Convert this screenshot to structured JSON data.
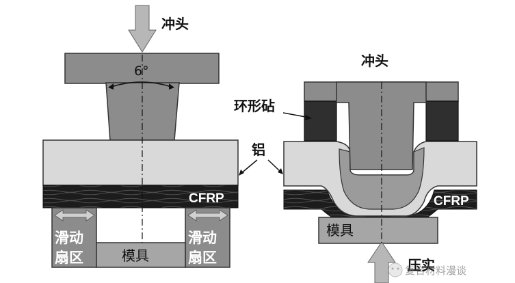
{
  "left": {
    "punch_label": "冲头",
    "angle_label": "6°",
    "cfrp_label": "CFRP",
    "slider_left": [
      "滑动",
      "扇区"
    ],
    "slider_right": [
      "滑动",
      "扇区"
    ],
    "die_label": "模具"
  },
  "shared": {
    "aluminum_label": "铝"
  },
  "right": {
    "punch_label": "冲头",
    "anvil_label": "环形砧",
    "cfrp_label": "CFRP",
    "die_label": "模具",
    "press_label": "压实"
  },
  "watermark": {
    "text": "复合材料漫谈"
  },
  "colors": {
    "punch": "#8c8c8c",
    "aluminum": "#d9d9d9",
    "cfrp": "#1c1c1c",
    "anvil": "#2f2f2f",
    "die": "#a6a6a6",
    "arrow": "#b7b7b7"
  }
}
